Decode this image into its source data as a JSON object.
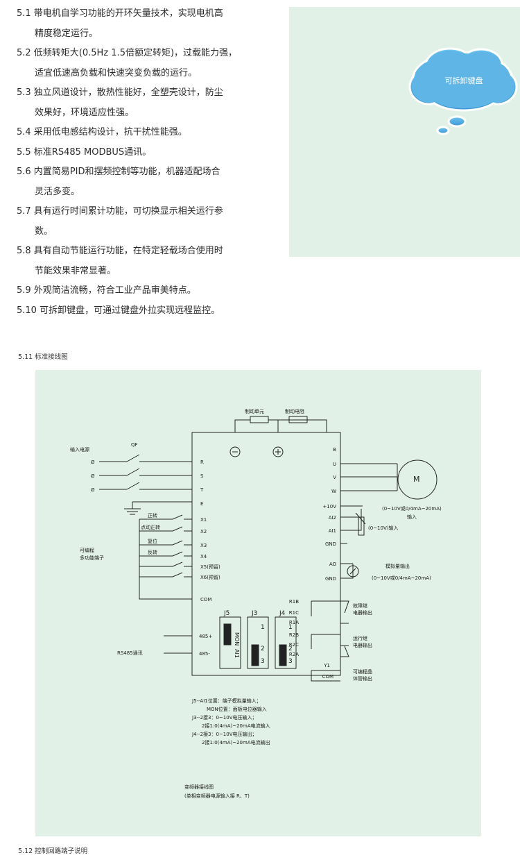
{
  "features": [
    {
      "line1": "5.1 带电机自学习功能的开环矢量技术，实现电机高",
      "line2": "精度稳定运行。"
    },
    {
      "line1": "5.2 低频转矩大(0.5Hz 1.5倍额定转矩)，过载能力强，",
      "line2": "适宜低速高负载和快速突变负载的运行。"
    },
    {
      "line1": "5.3 独立风道设计，散热性能好，全塑壳设计，防尘",
      "line2": "效果好，环境适应性强。"
    },
    {
      "line1": "5.4 采用低电感结构设计，抗干扰性能强。",
      "line2": ""
    },
    {
      "line1": "5.5 标准RS485 MODBUS通讯。",
      "line2": ""
    },
    {
      "line1": "5.6 内置简易PID和摆频控制等功能，机器适配场合",
      "line2": "灵活多变。"
    },
    {
      "line1": "5.7 具有运行时间累计功能，可切换显示相关运行参",
      "line2": "数。"
    },
    {
      "line1": "5.8 具有自动节能运行功能，在特定轻载场合使用时",
      "line2": "节能效果非常显著。"
    },
    {
      "line1": "5.9 外观简洁流畅，符合工业产品审美特点。",
      "line2": ""
    },
    {
      "line1": "5.10 可拆卸键盘，可通过键盘外拉实现远程监控。",
      "line2": ""
    }
  ],
  "cloud_label": "可拆卸键盘",
  "section_511": "5.11 标准接线图",
  "section_512": "5.12 控制回路端子说明",
  "diagram": {
    "brake_unit": "制动单元",
    "brake_resistor": "制动电阻",
    "input_power": "输入电源",
    "qf": "QF",
    "motor": "M",
    "input_terms": [
      "R",
      "S",
      "T",
      "E"
    ],
    "x_terms": [
      "X1",
      "X2",
      "X3",
      "X4",
      "X5(预留)",
      "X6(预留)",
      "COM"
    ],
    "x_labels": [
      "正转",
      "点动正转",
      "复位",
      "反转"
    ],
    "programmable_1": "可编程",
    "programmable_2": "多功能端子",
    "rs485": "RS485通讯",
    "rs485_terms": [
      "485+",
      "485-"
    ],
    "right_terms": [
      "B",
      "U",
      "V",
      "W",
      "+10V",
      "AI2",
      "AI1",
      "GND",
      "AO",
      "GND",
      "R1B",
      "R1C",
      "R1A",
      "R2B",
      "R2C",
      "R2A",
      "Y1",
      "COM"
    ],
    "ai2_range": "(0~10V或0/4mA~20mA)",
    "ai2_input": "输入",
    "ai1_input": "(0~10V)输入",
    "analog_out": "模拟量输出",
    "ao_range": "(0~10V或0/4mA~20mA)",
    "fault_relay_1": "故障继",
    "fault_relay_2": "电器输出",
    "run_relay_1": "运行继",
    "run_relay_2": "电器输出",
    "prog_out_1": "可编程晶",
    "prog_out_2": "体管输出",
    "jumpers": [
      "J5",
      "J3",
      "J4"
    ],
    "j5_top": "MON",
    "j5_bot": "AI1",
    "pin_labels": [
      "1",
      "2",
      "3"
    ],
    "notes": [
      "J5--AI1位置：端子模拟量输入；",
      "MON位置：面板电位器输入",
      "J3--2接3：0~10V电压输入；",
      "2接1:0(4mA)~20mA电流输入",
      "J4--2接3：0~10V电压输出；",
      "2接1:0(4mA)~20mA电流输出"
    ],
    "caption_1": "变频器接线图",
    "caption_2": "(单相变频器电源输入接 R、T)"
  }
}
